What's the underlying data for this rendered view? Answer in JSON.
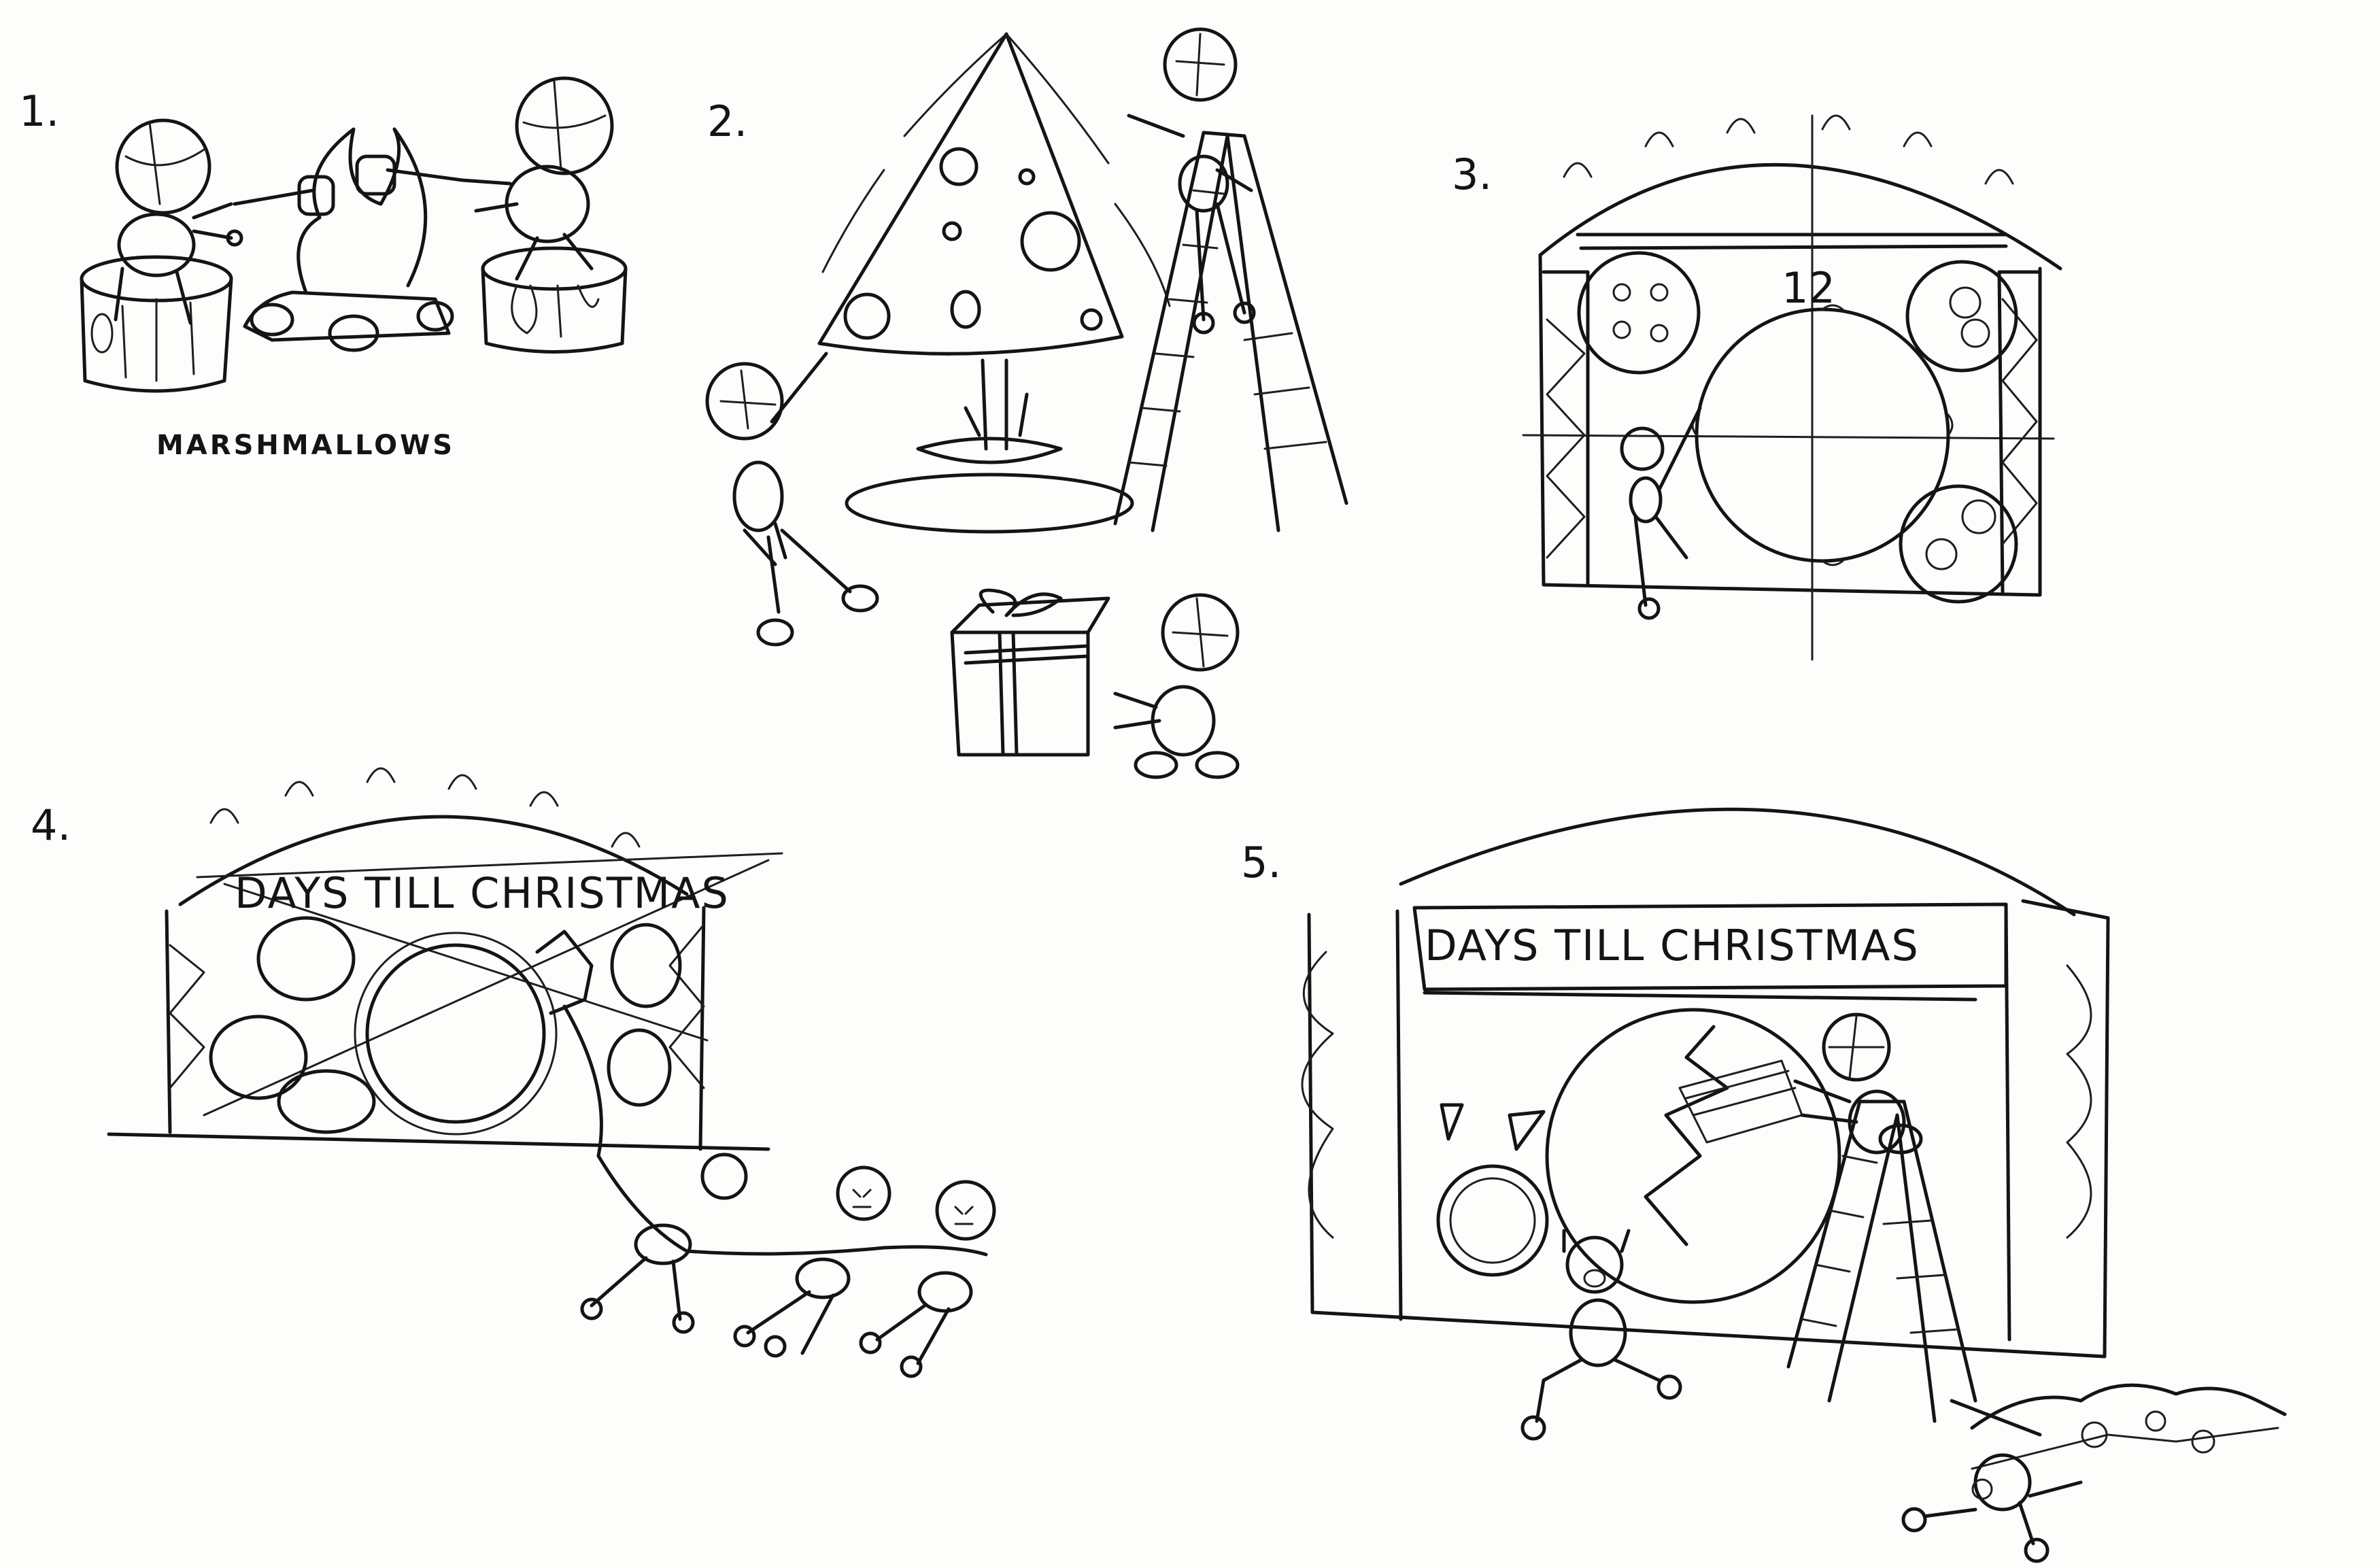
{
  "sheet": {
    "background": "#fdfdfc",
    "ink_color": "#141414"
  },
  "panels": [
    {
      "number": "1.",
      "caption": "MARSHMALLOWS"
    },
    {
      "number": "2."
    },
    {
      "number": "3.",
      "inner_number": "12"
    },
    {
      "number": "4.",
      "banner": "DAYS TILL CHRISTMAS"
    },
    {
      "number": "5.",
      "banner": "DAYS TILL CHRISTMAS"
    }
  ]
}
